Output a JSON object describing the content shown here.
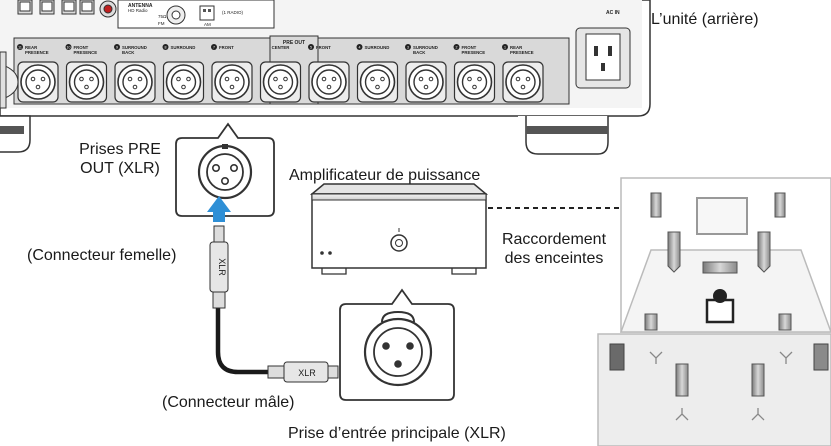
{
  "labels": {
    "unit_rear": "L’unité (arrière)",
    "pre_out_jacks_line1": "Prises PRE",
    "pre_out_jacks_line2": "OUT (XLR)",
    "power_amplifier": "Amplificateur de puissance",
    "speaker_connection_line1": "Raccordement",
    "speaker_connection_line2": "des enceintes",
    "female_connector": "(Connecteur femelle)",
    "male_connector": "(Connecteur mâle)",
    "main_input_jack": "Prise d’entrée principale (XLR)",
    "cable_plug_text": "XLR"
  },
  "panel": {
    "antenna_title": "ANTENNA",
    "antenna_sub": "HD Radio",
    "ohm_label": "75Ω",
    "fm_label": "FM",
    "am_label": "AM",
    "radio_tag": "(1 RADIO)",
    "pre_out_header": "PRE OUT",
    "ac_in": "AC IN",
    "channels": [
      {
        "num": "11",
        "line1": "REAR",
        "line2": "PRESENCE"
      },
      {
        "num": "10",
        "line1": "FRONT",
        "line2": "PRESENCE"
      },
      {
        "num": "9",
        "line1": "SURROUND",
        "line2": "BACK"
      },
      {
        "num": "8",
        "line1": "SURROUND",
        "line2": ""
      },
      {
        "num": "7",
        "line1": "FRONT",
        "line2": ""
      },
      {
        "num": "",
        "line1": "CENTER",
        "line2": ""
      },
      {
        "num": "5",
        "line1": "FRONT",
        "line2": ""
      },
      {
        "num": "4",
        "line1": "SURROUND",
        "line2": ""
      },
      {
        "num": "3",
        "line1": "SURROUND",
        "line2": "BACK"
      },
      {
        "num": "2",
        "line1": "FRONT",
        "line2": "PRESENCE"
      },
      {
        "num": "1",
        "line1": "REAR",
        "line2": "PRESENCE"
      }
    ]
  },
  "colors": {
    "arrow_blue": "#2e8fd6",
    "panel_gray": "#d9d9d9",
    "outline": "#333333",
    "speaker_gray": "#9a9a9a",
    "room_fill": "#ededed"
  }
}
